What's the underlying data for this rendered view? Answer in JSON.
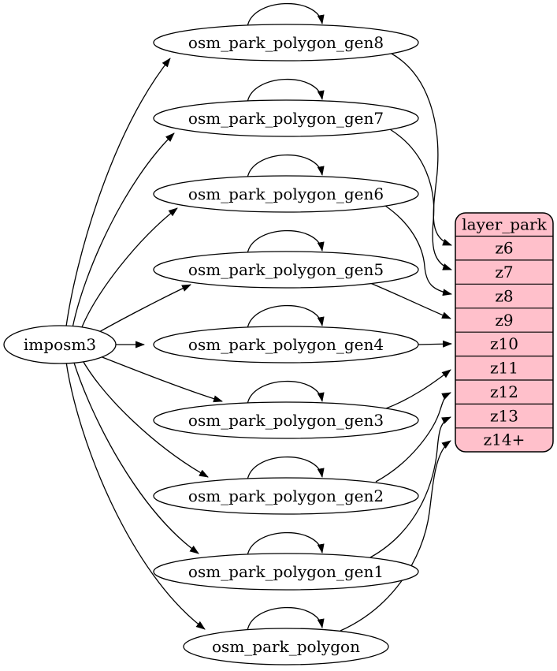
{
  "graph": {
    "background_color": "#ffffff",
    "node_fill_color": "#ffffff",
    "edge_color": "#000000",
    "source": {
      "label": "imposm3"
    },
    "generalized_tables": [
      {
        "label": "osm_park_polygon_gen8"
      },
      {
        "label": "osm_park_polygon_gen7"
      },
      {
        "label": "osm_park_polygon_gen6"
      },
      {
        "label": "osm_park_polygon_gen5"
      },
      {
        "label": "osm_park_polygon_gen4"
      },
      {
        "label": "osm_park_polygon_gen3"
      },
      {
        "label": "osm_park_polygon_gen2"
      },
      {
        "label": "osm_park_polygon_gen1"
      },
      {
        "label": "osm_park_polygon"
      }
    ],
    "layer": {
      "title": "layer_park",
      "zoom_rows": [
        "z6",
        "z7",
        "z8",
        "z9",
        "z10",
        "z11",
        "z12",
        "z13",
        "z14+"
      ],
      "fill_color": "#ffc0cb",
      "border_color": "#000000"
    },
    "edges": [
      {
        "from": "imposm3",
        "to": "osm_park_polygon_gen8"
      },
      {
        "from": "imposm3",
        "to": "osm_park_polygon_gen7"
      },
      {
        "from": "imposm3",
        "to": "osm_park_polygon_gen6"
      },
      {
        "from": "imposm3",
        "to": "osm_park_polygon_gen5"
      },
      {
        "from": "imposm3",
        "to": "osm_park_polygon_gen4"
      },
      {
        "from": "imposm3",
        "to": "osm_park_polygon_gen3"
      },
      {
        "from": "imposm3",
        "to": "osm_park_polygon_gen2"
      },
      {
        "from": "imposm3",
        "to": "osm_park_polygon_gen1"
      },
      {
        "from": "imposm3",
        "to": "osm_park_polygon"
      },
      {
        "from": "osm_park_polygon_gen8",
        "to": "osm_park_polygon_gen8",
        "type": "self-loop"
      },
      {
        "from": "osm_park_polygon_gen7",
        "to": "osm_park_polygon_gen7",
        "type": "self-loop"
      },
      {
        "from": "osm_park_polygon_gen6",
        "to": "osm_park_polygon_gen6",
        "type": "self-loop"
      },
      {
        "from": "osm_park_polygon_gen5",
        "to": "osm_park_polygon_gen5",
        "type": "self-loop"
      },
      {
        "from": "osm_park_polygon_gen4",
        "to": "osm_park_polygon_gen4",
        "type": "self-loop"
      },
      {
        "from": "osm_park_polygon_gen3",
        "to": "osm_park_polygon_gen3",
        "type": "self-loop"
      },
      {
        "from": "osm_park_polygon_gen2",
        "to": "osm_park_polygon_gen2",
        "type": "self-loop"
      },
      {
        "from": "osm_park_polygon_gen1",
        "to": "osm_park_polygon_gen1",
        "type": "self-loop"
      },
      {
        "from": "osm_park_polygon",
        "to": "osm_park_polygon",
        "type": "self-loop"
      },
      {
        "from": "osm_park_polygon_gen8",
        "to": "layer_park.z6"
      },
      {
        "from": "osm_park_polygon_gen7",
        "to": "layer_park.z7"
      },
      {
        "from": "osm_park_polygon_gen6",
        "to": "layer_park.z8"
      },
      {
        "from": "osm_park_polygon_gen5",
        "to": "layer_park.z9"
      },
      {
        "from": "osm_park_polygon_gen4",
        "to": "layer_park.z10"
      },
      {
        "from": "osm_park_polygon_gen3",
        "to": "layer_park.z11"
      },
      {
        "from": "osm_park_polygon_gen2",
        "to": "layer_park.z12"
      },
      {
        "from": "osm_park_polygon_gen1",
        "to": "layer_park.z13"
      },
      {
        "from": "osm_park_polygon",
        "to": "layer_park.z14+"
      }
    ]
  }
}
